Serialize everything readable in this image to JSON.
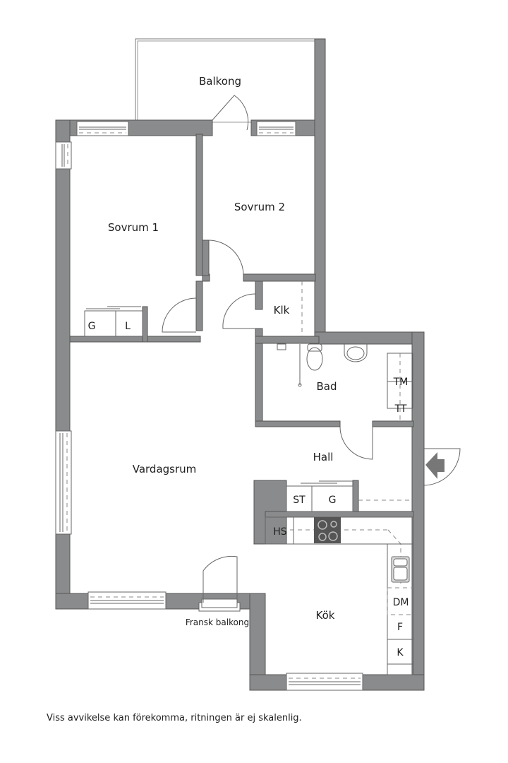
{
  "rooms": {
    "balkong": "Balkong",
    "sovrum1": "Sovrum 1",
    "sovrum2": "Sovrum 2",
    "klk": "Klk",
    "bad": "Bad",
    "hall": "Hall",
    "vardagsrum": "Vardagsrum",
    "kok": "Kök",
    "fransk_balkong": "Fransk balkong"
  },
  "fixtures": {
    "wardrobe_g_bedroom": "G",
    "linen_l": "L",
    "washer_tm": "TM",
    "dryer_tt": "TT",
    "cleaning_st": "ST",
    "wardrobe_g_hall": "G",
    "hat_shelf_hs": "HS",
    "dishwasher_dm": "DM",
    "freezer_f": "F",
    "fridge_k": "K"
  },
  "icons": {
    "entrance": "entrance-arrow-icon"
  },
  "colors": {
    "wall": "#8a8b8c",
    "stove": "#555555",
    "background": "#ffffff"
  },
  "footer": {
    "disclaimer": "Viss avvikelse kan förekomma, ritningen är ej skalenlig."
  }
}
